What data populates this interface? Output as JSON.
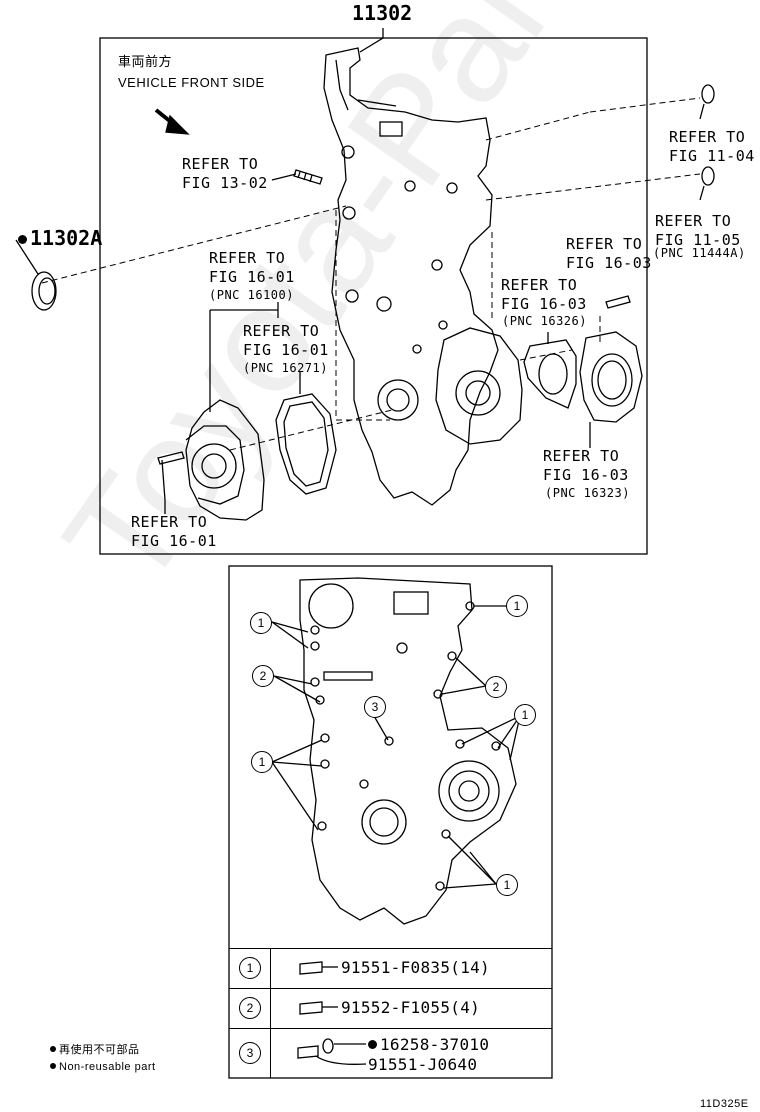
{
  "assembly_part_number": "11302",
  "seal_part_number": "11302A",
  "orientation": {
    "jp": "車両前方",
    "en": "VEHICLE FRONT SIDE"
  },
  "callouts": [
    {
      "lines": [
        "REFER TO",
        "FIG 11-04"
      ],
      "pnc": ""
    },
    {
      "lines": [
        "REFER TO",
        "FIG 13-02"
      ],
      "pnc": ""
    },
    {
      "lines": [
        "REFER TO",
        "FIG 11-05"
      ],
      "pnc": "(PNC 11444A)"
    },
    {
      "lines": [
        "REFER TO",
        "FIG 16-03"
      ],
      "pnc": ""
    },
    {
      "lines": [
        "REFER TO",
        "FIG 16-01"
      ],
      "pnc": "(PNC 16100)"
    },
    {
      "lines": [
        "REFER TO",
        "FIG 16-03"
      ],
      "pnc": "(PNC 16326)"
    },
    {
      "lines": [
        "REFER TO",
        "FIG 16-01"
      ],
      "pnc": "(PNC 16271)"
    },
    {
      "lines": [
        "REFER TO",
        "FIG 16-03"
      ],
      "pnc": "(PNC 16323)"
    },
    {
      "lines": [
        "REFER TO",
        "FIG 16-01"
      ],
      "pnc": ""
    }
  ],
  "bolt_markers": [
    "1",
    "2",
    "3"
  ],
  "bolt_table": [
    {
      "ref": "1",
      "parts": [
        "91551-F0835(14)"
      ]
    },
    {
      "ref": "2",
      "parts": [
        "91552-F1055(4)"
      ]
    },
    {
      "ref": "3",
      "parts": [
        "16258-37010",
        "91551-J0640"
      ]
    }
  ],
  "legend": {
    "jp": "再使用不可部品",
    "en": "Non-reusable part"
  },
  "figure_code": "11D325E",
  "watermark_text": "Toyota-Parts"
}
